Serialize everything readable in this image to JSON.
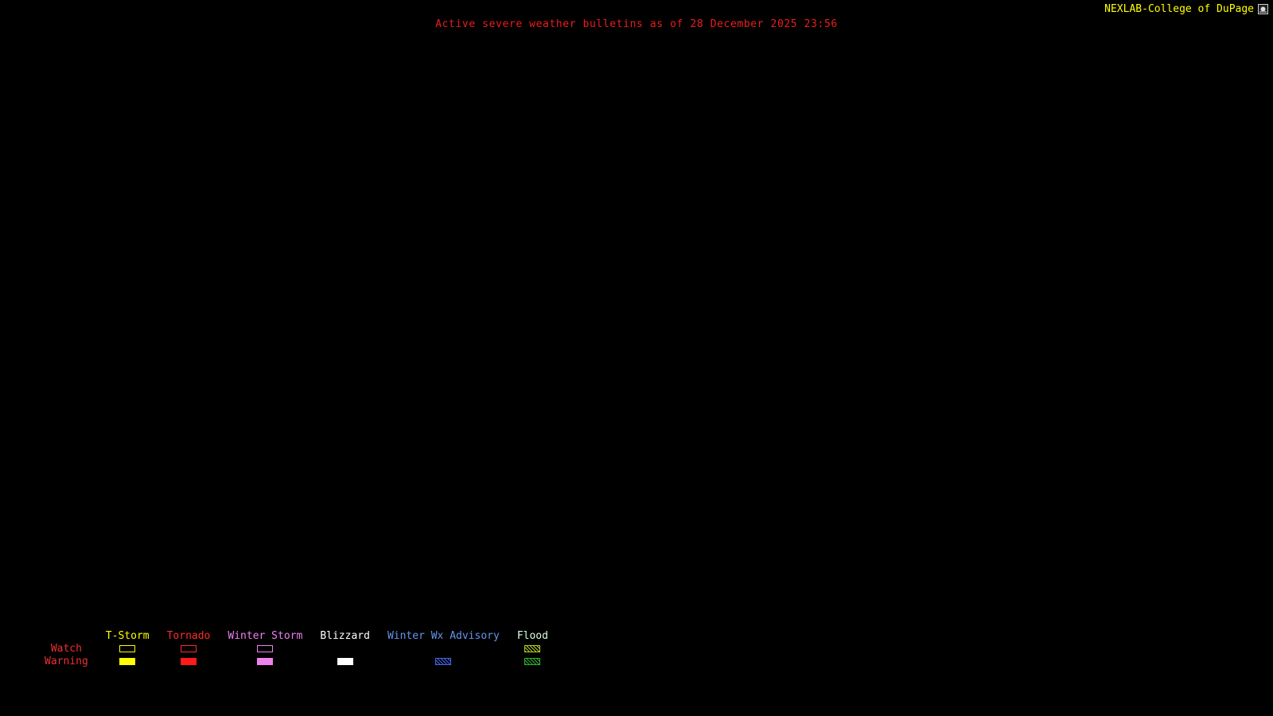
{
  "page": {
    "background": "#000000"
  },
  "header": {
    "title": "Active severe weather bulletins as of 28 December 2025 23:56",
    "title_color": "#ee1c1c",
    "attribution": "NEXLAB-College of DuPage",
    "attribution_color": "#ffff00",
    "logo_icon": "nexlab-logo"
  },
  "legend": {
    "watch_label": "Watch",
    "warning_label": "Warning",
    "row_label_color": "#ee3030",
    "columns": [
      {
        "id": "t-storm",
        "label": "T-Storm",
        "label_color": "#ffff00",
        "watch_style": "outline",
        "watch_color": "#ffff00",
        "warning_style": "fill",
        "warning_color": "#ffff00"
      },
      {
        "id": "tornado",
        "label": "Tornado",
        "label_color": "#ff2a2a",
        "watch_style": "outline",
        "watch_color": "#ff2a2a",
        "warning_style": "fill",
        "warning_color": "#ff1a1a"
      },
      {
        "id": "winter-storm",
        "label": "Winter Storm",
        "label_color": "#ee82ee",
        "watch_style": "outline",
        "watch_color": "#ee82ee",
        "warning_style": "fill",
        "warning_color": "#ee82ee"
      },
      {
        "id": "blizzard",
        "label": "Blizzard",
        "label_color": "#ffffff",
        "watch_style": "none",
        "watch_color": "#ffffff",
        "warning_style": "fill",
        "warning_color": "#ffffff"
      },
      {
        "id": "winter-wx-advisory",
        "label": "Winter Wx Advisory",
        "label_color": "#6495ed",
        "watch_style": "none",
        "watch_color": "#4466ee",
        "warning_style": "hatch",
        "warning_color": "#4466ee"
      },
      {
        "id": "flood",
        "label": "Flood",
        "label_color": "#ddffdd",
        "watch_style": "hatch",
        "watch_color": "#b8cc20",
        "warning_style": "hatch",
        "warning_color": "#2db32d"
      }
    ]
  }
}
